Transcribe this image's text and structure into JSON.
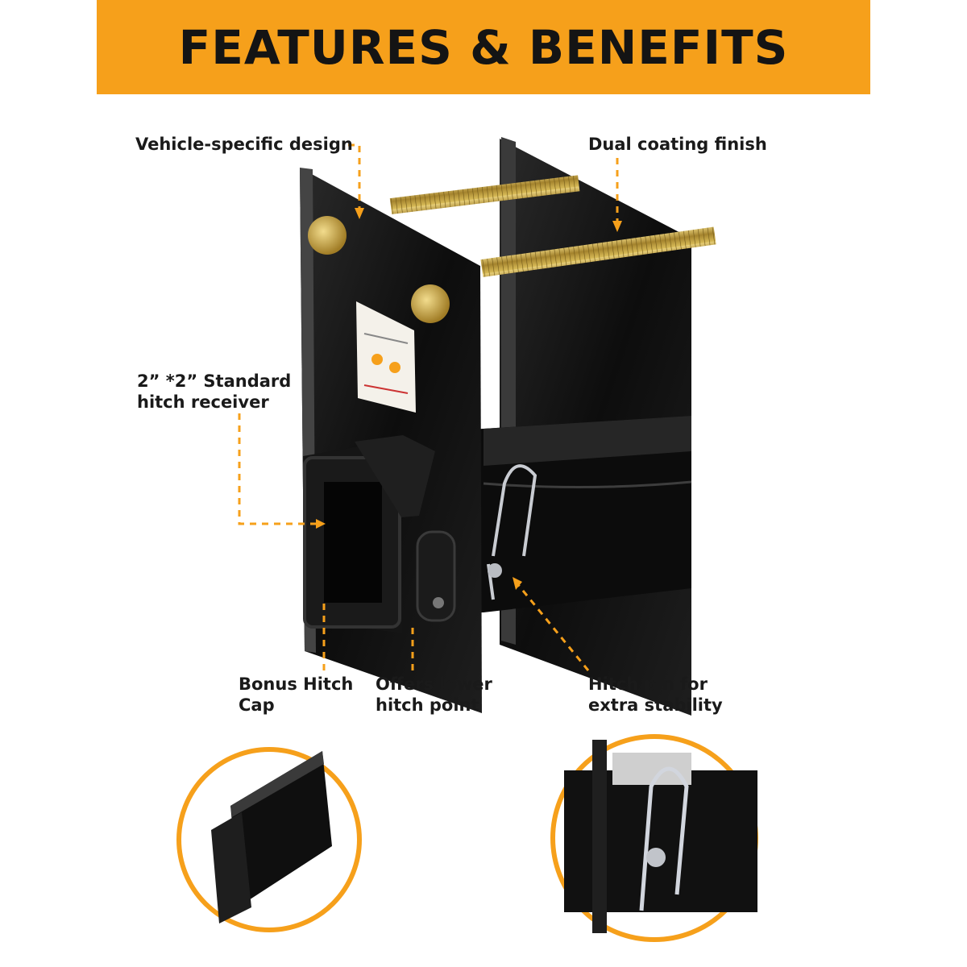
{
  "banner": {
    "title": "FEATURES & BENEFITS",
    "color": "#f6a01b"
  },
  "callouts": {
    "vehicle_specific": "Vehicle-specific design",
    "dual_coating": "Dual coating finish",
    "receiver": "2”  *2”  Standard\nhitch receiver",
    "bonus_cap": "Bonus Hitch\nCap",
    "lower_hitch": "Offers lower\nhitch point",
    "hitch_pin": "Hitch pin for\nextra stability"
  },
  "colors": {
    "accent": "#f6a01b",
    "steel": "#111111",
    "brass": "#c9a23a"
  },
  "icons": [
    "hitch-receiver-product-image",
    "hitch-cap-closeup",
    "hitch-pin-closeup"
  ]
}
